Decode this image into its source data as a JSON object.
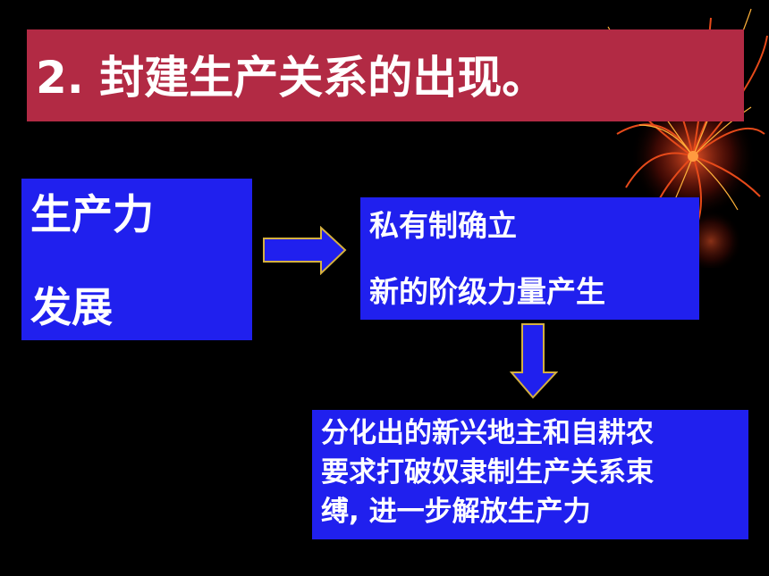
{
  "slide": {
    "title": "2. 封建生产关系的出现。",
    "box1": {
      "line1": "生产力",
      "line2": "发展"
    },
    "box2": {
      "line1": "私有制确立",
      "line2": "新的阶级力量产生"
    },
    "box3": {
      "line1": "分化出的新兴地主和自耕农",
      "line2": "要求打破奴隶制生产关系束",
      "line3": "缚, 进一步解放生产力"
    },
    "colors": {
      "background": "#000000",
      "title_bar": "#b22a44",
      "box": "#2020ee",
      "text": "#ffffff"
    },
    "icons": [
      "fireworks-decoration-icon",
      "arrow-right-icon",
      "arrow-down-icon"
    ]
  }
}
